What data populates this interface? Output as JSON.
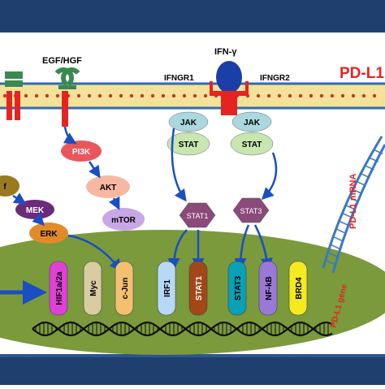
{
  "ligands": {
    "egf_hgf": "EGF/HGF",
    "ifn_gamma": "IFN-γ"
  },
  "receptors": {
    "ifngr1": "IFNGR1",
    "ifngr2": "IFNGR2"
  },
  "title": "PD-L1",
  "kinases": {
    "jak_left": "JAK",
    "jak_right": "JAK",
    "stat_left": "STAT",
    "stat_right": "STAT"
  },
  "pathway": {
    "pi3k": "PI3K",
    "akt": "AKT",
    "mtor": "mTOR",
    "mek": "MEK",
    "erk": "ERK",
    "raf_fragment": "f",
    "stat1": "STAT1",
    "stat3": "STAT3"
  },
  "transcription_factors": [
    "HIF1a/2a",
    "Myc",
    "c-Jun",
    "IRF1",
    "STAT1",
    "STAT3",
    "NF-kB",
    "BRD4"
  ],
  "labels": {
    "mrna": "PD-L1 mRNA",
    "gene": "PD-L1 gene"
  },
  "colors": {
    "frame": "#1f3f6e",
    "membrane_fill": "#f4e29a",
    "membrane_line": "#2f6bb0",
    "receptor_red": "#e52421",
    "ifn_blue": "#1b3fa6",
    "nucleus": "#7a9a3c",
    "pi3k": "#e8585a",
    "akt": "#f6b8a0",
    "mtor": "#c9a6e6",
    "mek": "#6b2a7a",
    "erk": "#e28a2a",
    "raf": "#9a7a20",
    "stat_hex": "#8a4a7a",
    "jak": "#a9d8de",
    "stat_green": "#c8e6b0",
    "tf": [
      "#e040d8",
      "#d8cca0",
      "#f4c070",
      "#b8d8f8",
      "#a34718",
      "#0aa0b8",
      "#9a78d8",
      "#f4ea20"
    ],
    "dna": "#111111",
    "mrna_strand": "#3a78c0"
  }
}
